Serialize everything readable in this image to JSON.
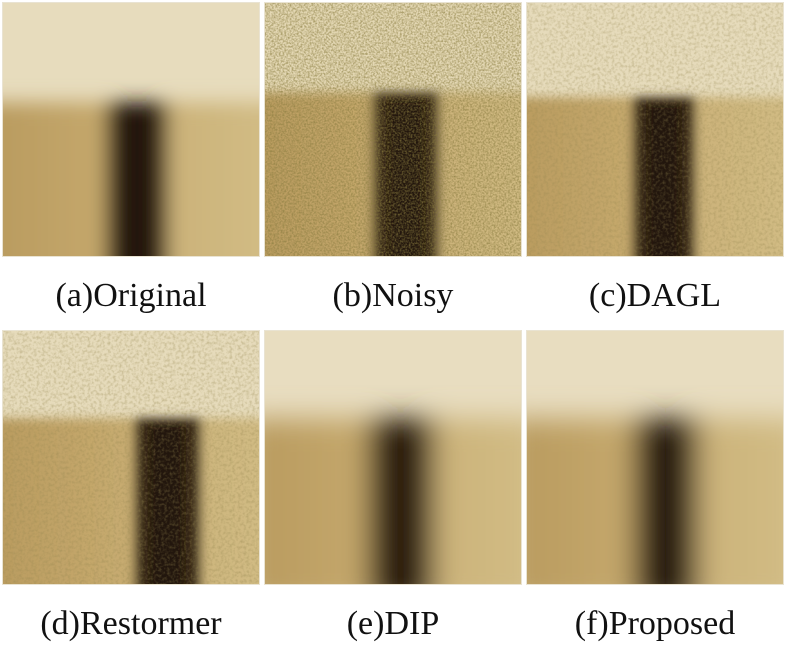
{
  "panels": [
    {
      "caption": "(a)Original"
    },
    {
      "caption": "(b)Noisy"
    },
    {
      "caption": "(c)DAGL"
    },
    {
      "caption": "(d)Restormer"
    },
    {
      "caption": "(e)DIP"
    },
    {
      "caption": "(f)Proposed"
    }
  ]
}
